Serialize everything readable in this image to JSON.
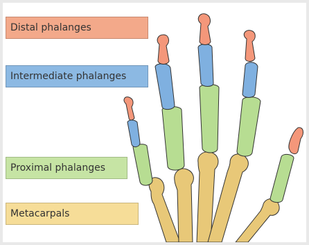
{
  "labels": {
    "distal": "Distal phalanges",
    "intermediate": "Intermediate phalanges",
    "proximal": "Proximal phalanges",
    "metacarpals": "Metacarpals"
  },
  "colors": {
    "distal": "#f4977a",
    "intermediate": "#7fb0e0",
    "proximal": "#b7dd92",
    "metacarpals": "#e8c878",
    "outline": "#333333",
    "frame": "#e9e9e9"
  }
}
